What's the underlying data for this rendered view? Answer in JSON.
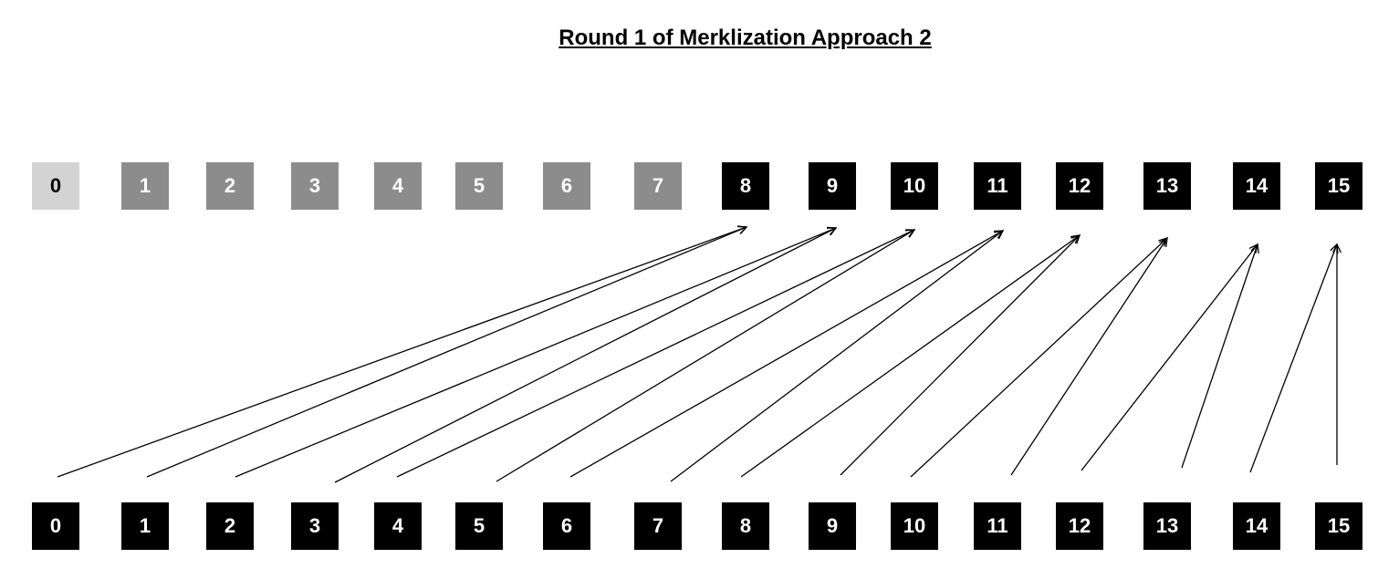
{
  "title": "Round 1 of Merklization Approach 2",
  "colors": {
    "empty": "#d3d3d3",
    "pending": "#8c8c8c",
    "filled": "#000000",
    "text_dark": "#000000",
    "text_light": "#ffffff"
  },
  "top_row": [
    {
      "label": "0",
      "state": "empty"
    },
    {
      "label": "1",
      "state": "pending"
    },
    {
      "label": "2",
      "state": "pending"
    },
    {
      "label": "3",
      "state": "pending"
    },
    {
      "label": "4",
      "state": "pending"
    },
    {
      "label": "5",
      "state": "pending"
    },
    {
      "label": "6",
      "state": "pending"
    },
    {
      "label": "7",
      "state": "pending"
    },
    {
      "label": "8",
      "state": "filled"
    },
    {
      "label": "9",
      "state": "filled"
    },
    {
      "label": "10",
      "state": "filled"
    },
    {
      "label": "11",
      "state": "filled"
    },
    {
      "label": "12",
      "state": "filled"
    },
    {
      "label": "13",
      "state": "filled"
    },
    {
      "label": "14",
      "state": "filled"
    },
    {
      "label": "15",
      "state": "filled"
    }
  ],
  "bottom_row": [
    {
      "label": "0"
    },
    {
      "label": "1"
    },
    {
      "label": "2"
    },
    {
      "label": "3"
    },
    {
      "label": "4"
    },
    {
      "label": "5"
    },
    {
      "label": "6"
    },
    {
      "label": "7"
    },
    {
      "label": "8"
    },
    {
      "label": "9"
    },
    {
      "label": "10"
    },
    {
      "label": "11"
    },
    {
      "label": "12"
    },
    {
      "label": "13"
    },
    {
      "label": "14"
    },
    {
      "label": "15"
    }
  ],
  "edges": [
    {
      "from": 0,
      "to": 8
    },
    {
      "from": 1,
      "to": 8
    },
    {
      "from": 2,
      "to": 9
    },
    {
      "from": 3,
      "to": 9
    },
    {
      "from": 4,
      "to": 10
    },
    {
      "from": 5,
      "to": 10
    },
    {
      "from": 6,
      "to": 11
    },
    {
      "from": 7,
      "to": 11
    },
    {
      "from": 8,
      "to": 12
    },
    {
      "from": 9,
      "to": 12
    },
    {
      "from": 10,
      "to": 13
    },
    {
      "from": 11,
      "to": 13
    },
    {
      "from": 12,
      "to": 14
    },
    {
      "from": 13,
      "to": 14
    },
    {
      "from": 14,
      "to": 15
    },
    {
      "from": 15,
      "to": 15
    }
  ]
}
